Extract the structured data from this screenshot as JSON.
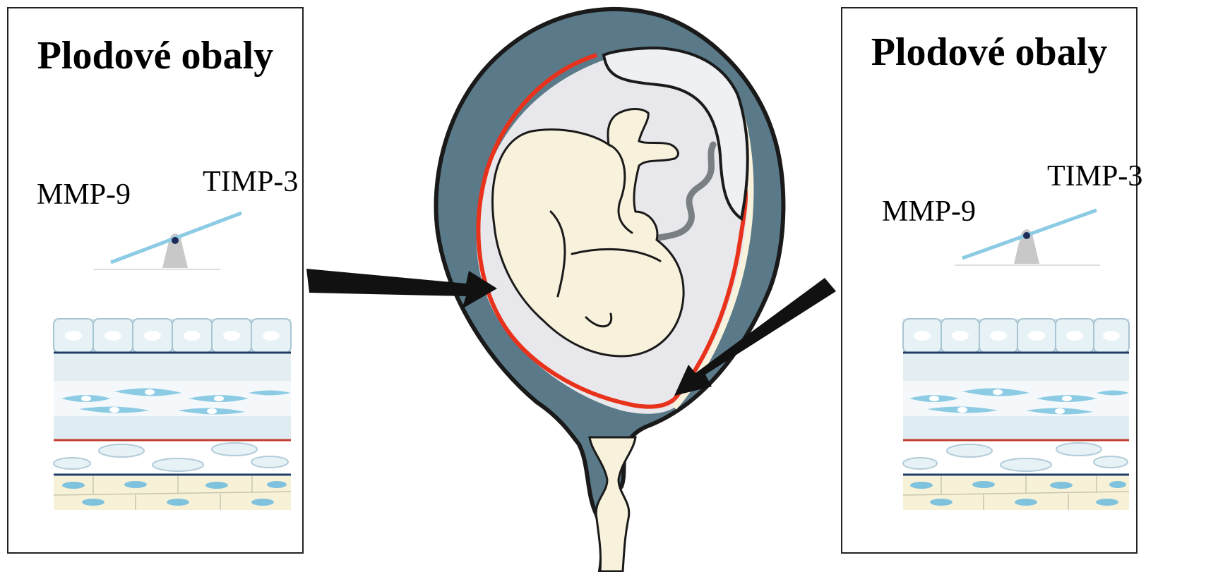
{
  "left_panel": {
    "title": "Plodové obaly",
    "label_a": "MMP-9",
    "label_b": "TIMP-3"
  },
  "right_panel": {
    "title": "Plodové obaly",
    "label_a": "MMP-9",
    "label_b": "TIMP-3"
  },
  "colors": {
    "uterus_wall": "#5a7a89",
    "membrane_red": "#e8321c",
    "seesaw_beam": "#8ccbe4",
    "fetus_fill": "#f8f2dc",
    "arrow": "#111111"
  }
}
